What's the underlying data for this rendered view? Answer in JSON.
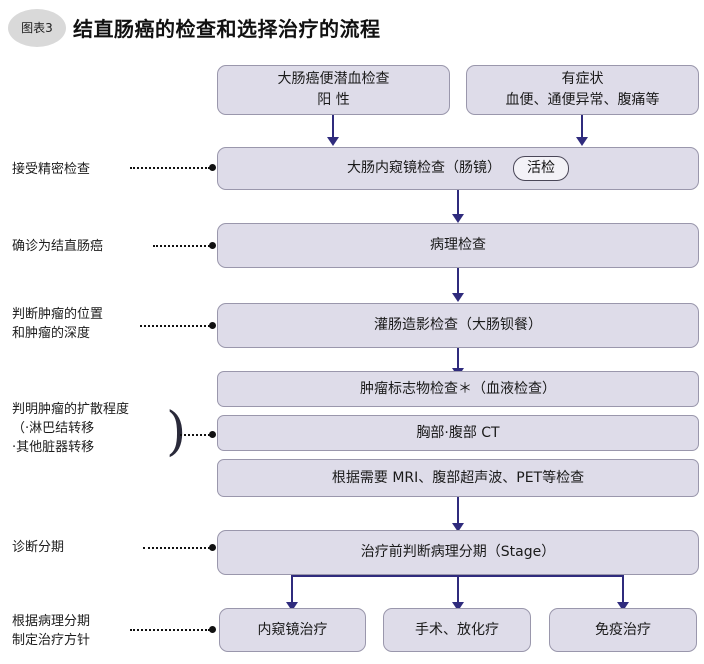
{
  "header": {
    "figure_badge": "图表3",
    "title": "结直肠癌的检查和选择治疗的流程"
  },
  "stage_labels": [
    {
      "id": "stage-detailed-exam",
      "text": "接受精密检查"
    },
    {
      "id": "stage-diagnosis-confirmed",
      "text": "确诊为结直肠癌"
    },
    {
      "id": "stage-tumor-location-depth",
      "text": "判断肿瘤的位置\n和肿瘤的深度"
    },
    {
      "id": "stage-spread-extent",
      "text": "判明肿瘤的扩散程度\n（·淋巴结转移\n·其他脏器转移"
    },
    {
      "id": "stage-staging",
      "text": "诊断分期"
    },
    {
      "id": "stage-treatment-plan",
      "text": "根据病理分期\n制定治疗方针"
    }
  ],
  "bracket_glyph": ")",
  "nodes": {
    "entry_left": "大肠癌便潜血检查\n阳 性",
    "entry_right": "有症状\n血便、通便异常、腹痛等",
    "colonoscopy": "大肠内窥镜检查（肠镜）",
    "colonoscopy_badge": "活检",
    "pathology": "病理检查",
    "barium_enema": "灌肠造影检查（大肠钡餐）",
    "tumor_marker": "肿瘤标志物检查＊（血液检查）",
    "ct_scan": "胸部·腹部 CT",
    "optional_imaging": "根据需要 MRI、腹部超声波、PET等检查",
    "staging": "治疗前判断病理分期（Stage）",
    "treatment_endoscopic": "内窥镜治疗",
    "treatment_surgery": "手术、放化疗",
    "treatment_immuno": "免疫治疗"
  },
  "colors": {
    "node_fill": "#dedce9",
    "node_border": "#9a97ac",
    "arrow": "#2f2b7d",
    "badge_circle": "#d9d9d9",
    "text": "#1a1a1a"
  }
}
